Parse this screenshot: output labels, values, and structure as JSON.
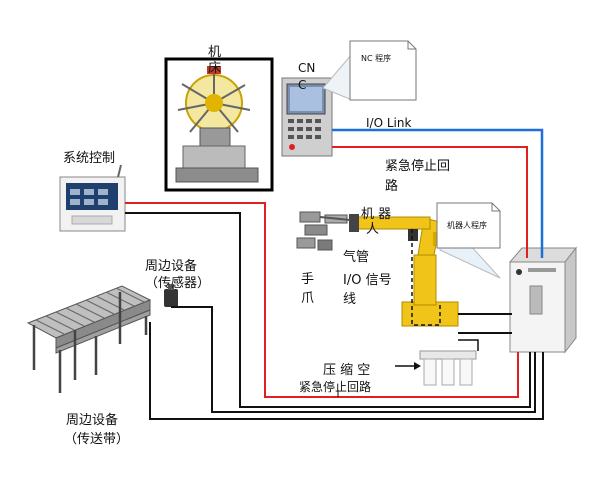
{
  "labels": {
    "machine": "机",
    "machine_2": "床",
    "cnc": "CN",
    "cnc_2": "C",
    "nc_program": "NC 程序",
    "io_link": "I/O Link",
    "estop_circuit": "紧急停止回",
    "estop_circuit_2": "路",
    "system_control": "系统控制",
    "robot": "机 器",
    "robot_2": "人",
    "air_pipe": "气管",
    "hand": "手",
    "hand_2": "爪",
    "io_signal": "I/O 信号",
    "io_signal_2": "线",
    "robot_program": "机器人程序",
    "sensor_device": "周边设备",
    "sensor_device_2": "（传感器）",
    "compressed_air": "压 缩 空",
    "estop_circuit_bottom": "紧急停止回路",
    "conveyor_device": "周边设备",
    "conveyor_device_2": "（传送带）"
  },
  "colors": {
    "io_link_line": "#1e6fd6",
    "estop_line": "#e02020",
    "signal_line": "#111111",
    "robot_body": "#f0c419",
    "machine_frame": "#000000"
  }
}
